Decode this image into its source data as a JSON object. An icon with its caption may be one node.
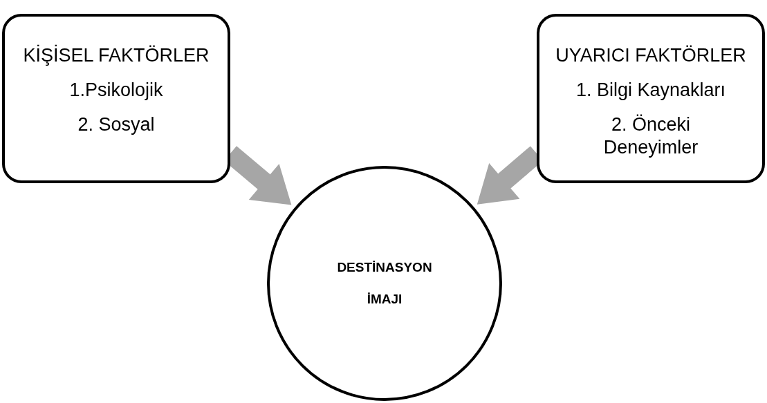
{
  "diagram": {
    "nodes": [
      {
        "text": [
          "KİŞİSEL FAKTÖRLER",
          "1.Psikolojik",
          "2. Sosyal"
        ]
      },
      {
        "text": [
          "UYARICI FAKTÖRLER",
          "1. Bilgi Kaynakları",
          "2. Önceki Deneyimler"
        ]
      },
      {
        "text": [
          "DESTİNASYON İMAJI"
        ]
      }
    ],
    "edges": [
      {
        "from": 0,
        "to": 2,
        "arrow": "to",
        "style": "thick"
      },
      {
        "from": 1,
        "to": 2,
        "arrow": "to",
        "style": "thick"
      }
    ]
  }
}
